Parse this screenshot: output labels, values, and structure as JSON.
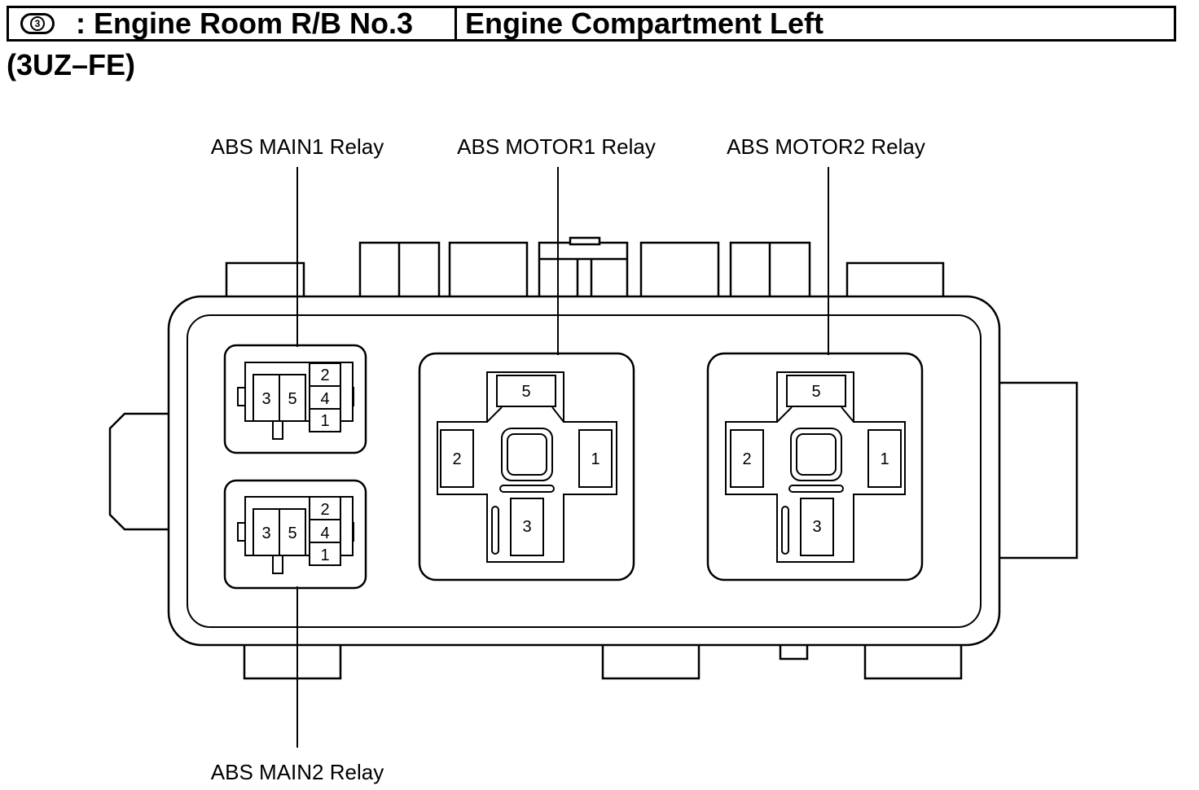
{
  "header": {
    "badge": "3",
    "title_left": ": Engine Room R/B No.3",
    "title_right": "Engine Compartment Left"
  },
  "variant": "(3UZ–FE)",
  "relays": {
    "main1": {
      "label": "ABS MAIN1 Relay",
      "pins": [
        "3",
        "5",
        "2",
        "4",
        "1"
      ]
    },
    "main2": {
      "label": "ABS MAIN2 Relay",
      "pins": [
        "3",
        "5",
        "2",
        "4",
        "1"
      ]
    },
    "motor1": {
      "label": "ABS MOTOR1 Relay",
      "pins": [
        "5",
        "2",
        "1",
        "3"
      ]
    },
    "motor2": {
      "label": "ABS MOTOR2 Relay",
      "pins": [
        "5",
        "2",
        "1",
        "3"
      ]
    }
  }
}
